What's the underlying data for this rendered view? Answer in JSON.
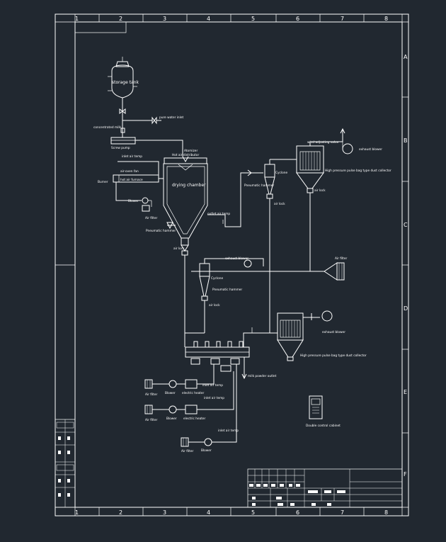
{
  "grid": {
    "columns": [
      "1",
      "2",
      "3",
      "4",
      "5",
      "6",
      "7",
      "8"
    ],
    "rows": [
      "A",
      "B",
      "C",
      "D",
      "E",
      "F"
    ]
  },
  "labels": {
    "storage_tank": "storage tank",
    "pure_water_inlet": "pure water inlet",
    "concentrated_milk": "concentrated milk",
    "screw_pump": "Screw pump",
    "hot_air_distributor": "Hot air distributor",
    "atomizer": "Atomizer",
    "inlet_air_temp": "inlet air temp",
    "burner": "Burner",
    "drying_chamber": "drying chamber",
    "blower": "Blower",
    "air_filter": "Air filter",
    "pneumatic_hammer": "Pneumatic hammer",
    "outlet_air_temp": "outlet air temp",
    "cyclone": "Cyclone",
    "air_lock": "air lock",
    "wind_adjusting_valve": "wind adjusting valve",
    "exhaust_blower": "exhaust blower",
    "bag_collector": "High pressure pulse bag type dust collector",
    "milk_powder_outlet": "milk powder outlet",
    "electric_heater": "electric heater",
    "double_control_cabinet": "Double control cabinet"
  }
}
